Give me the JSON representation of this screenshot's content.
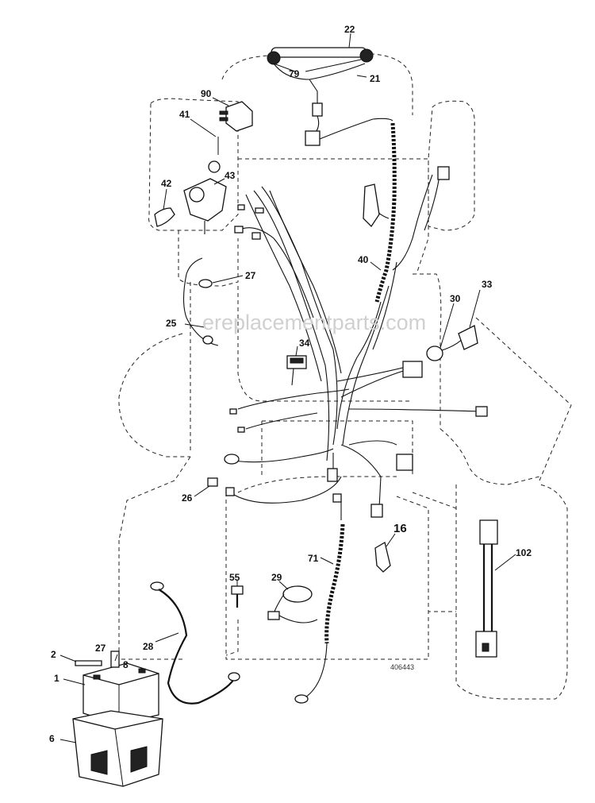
{
  "watermark": "ereplacementparts.com",
  "drawing_ref": "406443",
  "callouts": {
    "p22": "22",
    "p79": "79",
    "p21": "21",
    "p90": "90",
    "p41": "41",
    "p43": "43",
    "p42": "42",
    "p40": "40",
    "p27a": "27",
    "p25": "25",
    "p33": "33",
    "p30": "30",
    "p34": "34",
    "p26": "26",
    "p16": "16",
    "p71": "71",
    "p102": "102",
    "p55": "55",
    "p29": "29",
    "p28": "28",
    "p27b": "27",
    "p2": "2",
    "p1": "1",
    "p8": "8",
    "p6": "6"
  }
}
